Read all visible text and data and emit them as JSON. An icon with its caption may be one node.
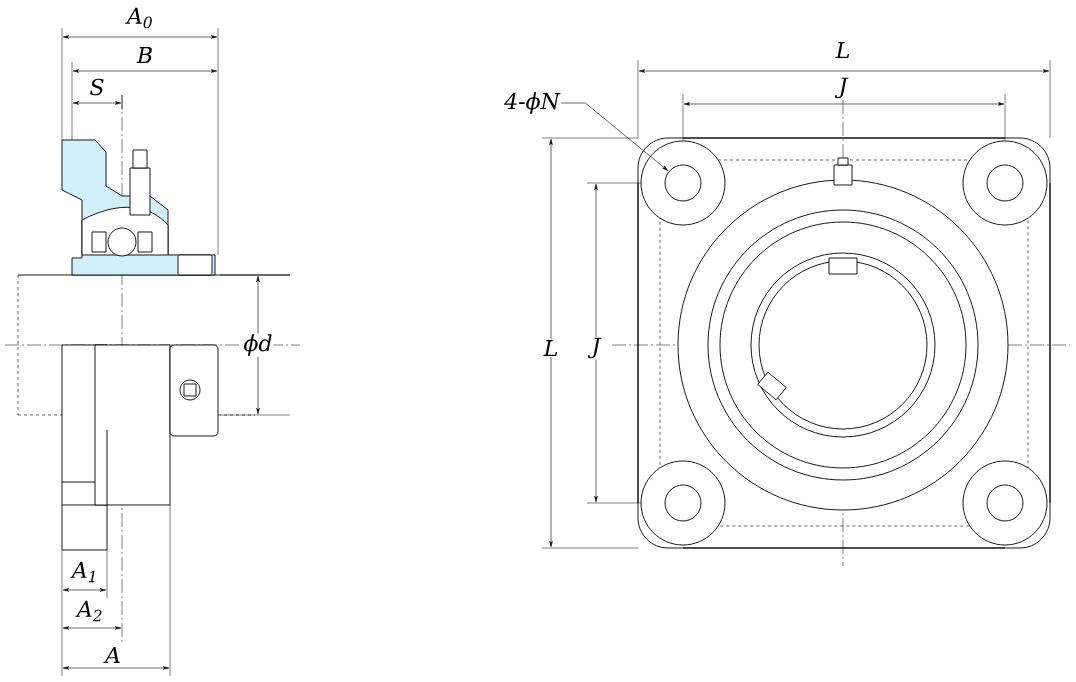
{
  "diagram": {
    "nodes": [
      {
        "text": [
          "4-ϕN"
        ]
      },
      {
        "text": [],
        "shape": "circle"
      }
    ],
    "edges": [
      {
        "from": 0,
        "to": 1,
        "arrow": "to"
      }
    ],
    "labels": [
      "A$_{0}$",
      "B",
      "S",
      "ϕd",
      "A$_{1}$",
      "A$_{2}$",
      "A",
      "L",
      "J",
      "L",
      "J"
    ]
  }
}
